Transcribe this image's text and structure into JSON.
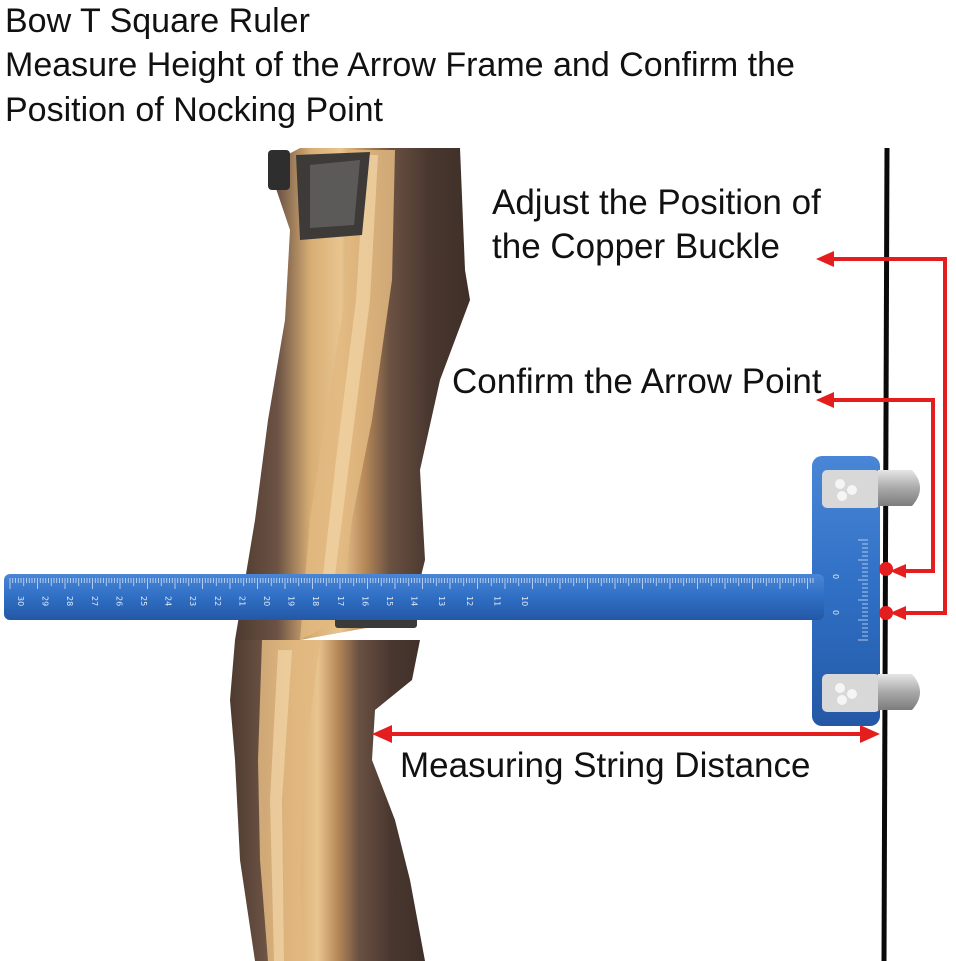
{
  "title": {
    "line1": "Bow T Square Ruler",
    "line2": "Measure Height of the Arrow Frame and Confirm the",
    "line3": "Position of Nocking Point"
  },
  "callouts": {
    "copper_buckle_line1": "Adjust the Position of",
    "copper_buckle_line2": "the Copper Buckle",
    "arrow_point": "Confirm the Arrow Point",
    "string_distance": "Measuring String Distance"
  },
  "ruler": {
    "scale_labels": [
      "30",
      "29",
      "28",
      "27",
      "26",
      "25",
      "24",
      "23",
      "22",
      "21",
      "20",
      "19",
      "18",
      "17",
      "16",
      "15",
      "14",
      "13",
      "12",
      "11",
      "10"
    ]
  },
  "colors": {
    "ruler_blue": "#2f6fc4",
    "arrow_red": "#e41e1e",
    "string_black": "#0a0a0a",
    "wood_light": "#c99a62",
    "wood_dark": "#5a4234",
    "metal_clip": "#b9b9b9"
  }
}
